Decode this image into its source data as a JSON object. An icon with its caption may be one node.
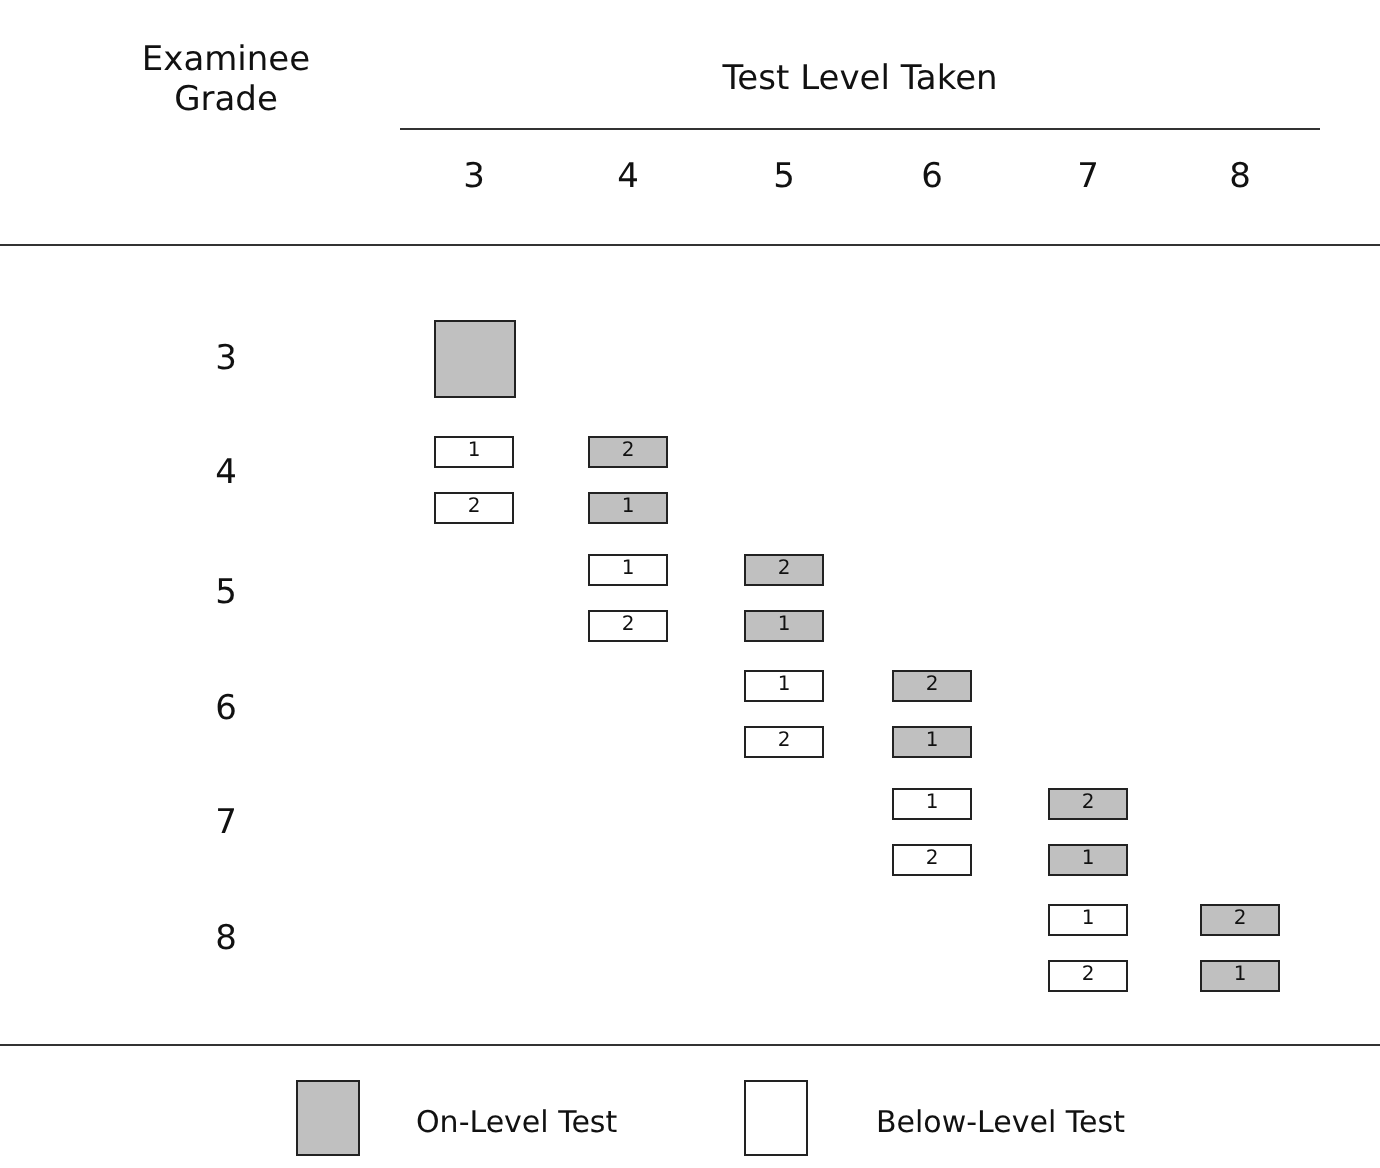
{
  "diagram": {
    "nodes": [
      {
        "text": [],
        "shape": "box"
      },
      {
        "text": [
          "1"
        ]
      },
      {
        "text": [
          "2"
        ]
      },
      {
        "text": [
          "2"
        ]
      },
      {
        "text": [
          "1"
        ]
      },
      {
        "text": [
          "1"
        ]
      },
      {
        "text": [
          "2"
        ]
      },
      {
        "text": [
          "2"
        ]
      },
      {
        "text": [
          "1"
        ]
      },
      {
        "text": [
          "1"
        ]
      },
      {
        "text": [
          "2"
        ]
      },
      {
        "text": [
          "2"
        ]
      },
      {
        "text": [
          "1"
        ]
      },
      {
        "text": [
          "1"
        ]
      },
      {
        "text": [
          "2"
        ]
      },
      {
        "text": [
          "2"
        ]
      },
      {
        "text": [
          "1"
        ]
      },
      {
        "text": [
          "1"
        ]
      },
      {
        "text": [
          "2"
        ]
      },
      {
        "text": [
          "2"
        ]
      },
      {
        "text": [
          "1"
        ]
      }
    ],
    "labels": [
      "Examinee Grade",
      "Test Level Taken",
      "3",
      "4",
      "5",
      "6",
      "7",
      "8",
      "3",
      "4",
      "5",
      "6",
      "7",
      "8"
    ],
    "legend": [
      {
        "text": "On-Level Test",
        "color": "#c0c0c0"
      },
      {
        "text": "Below-Level Test",
        "color": "#ffffff"
      }
    ]
  }
}
